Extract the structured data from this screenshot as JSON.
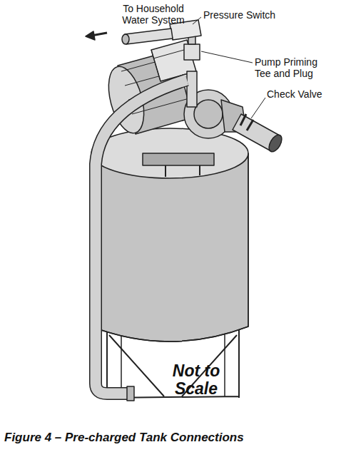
{
  "diagram": {
    "caption": "Figure 4 – Pre-charged Tank Connections",
    "labels": [
      "To Household Water System",
      "Pressure Switch",
      "Pump Priming Tee and Plug",
      "Check Valve",
      "Not to Scale"
    ]
  }
}
